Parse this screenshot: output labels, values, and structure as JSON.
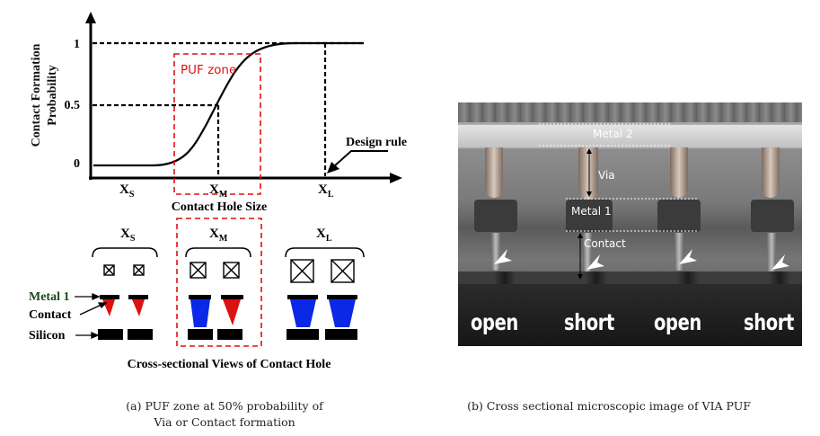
{
  "left_figure": {
    "y_axis_label_line1": "Contact Formation",
    "y_axis_label_line2": "Probability",
    "x_axis_label": "Contact Hole Size",
    "y_ticks": [
      "1",
      "0.5",
      "0"
    ],
    "x_ticks": [
      {
        "main": "X",
        "sub": "S"
      },
      {
        "main": "X",
        "sub": "M"
      },
      {
        "main": "X",
        "sub": "L"
      }
    ],
    "puf_zone_label": "PUF zone",
    "design_rule_label": "Design rule",
    "lower_groups": [
      {
        "main": "X",
        "sub": "S"
      },
      {
        "main": "X",
        "sub": "M"
      },
      {
        "main": "X",
        "sub": "L"
      }
    ],
    "layer_labels": [
      "Metal 1",
      "Contact",
      "Silicon"
    ],
    "lower_caption": "Cross-sectional Views of Contact Hole",
    "colors": {
      "accent_red": "#dd1111",
      "contact_blue": "#0a28e6",
      "metal1_green": "#1a4d1a"
    }
  },
  "right_figure": {
    "labels": {
      "metal2": "Metal 2",
      "via": "Via",
      "metal1": "Metal 1",
      "contact": "Contact"
    },
    "bottom_labels": [
      "open",
      "short",
      "open",
      "short"
    ]
  },
  "captions": {
    "a_line1": "(a) PUF zone at 50% probability of",
    "a_line2": "Via or Contact formation",
    "b": "(b) Cross sectional microscopic image of VIA PUF"
  }
}
